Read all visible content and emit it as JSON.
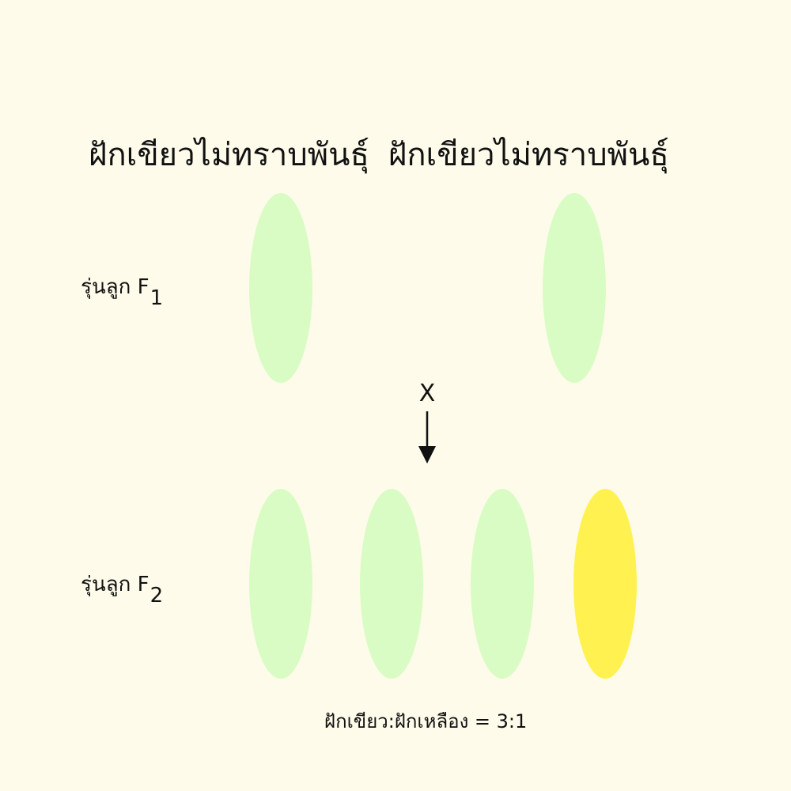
{
  "title": {
    "parent_left": "ฝักเขียวไม่ทราบพันธุ์",
    "parent_right": "ฝักเขียวไม่ทราบพันธุ์"
  },
  "rows": {
    "f1": {
      "label": "รุ่นลูก F",
      "subscript": "1"
    },
    "f2": {
      "label": "รุ่นลูก F",
      "subscript": "2"
    }
  },
  "cross_symbol": "X",
  "ratio_text": "ฝักเขียว:ฝักเหลือง = 3:1",
  "colors": {
    "background": "#fefbea",
    "green_pod": "#d9fcc4",
    "yellow_pod": "#fff250",
    "arrow": "#111111"
  },
  "pods": {
    "f1": [
      {
        "phenotype": "green"
      },
      {
        "phenotype": "green"
      }
    ],
    "f2": [
      {
        "phenotype": "green"
      },
      {
        "phenotype": "green"
      },
      {
        "phenotype": "green"
      },
      {
        "phenotype": "yellow"
      }
    ]
  }
}
